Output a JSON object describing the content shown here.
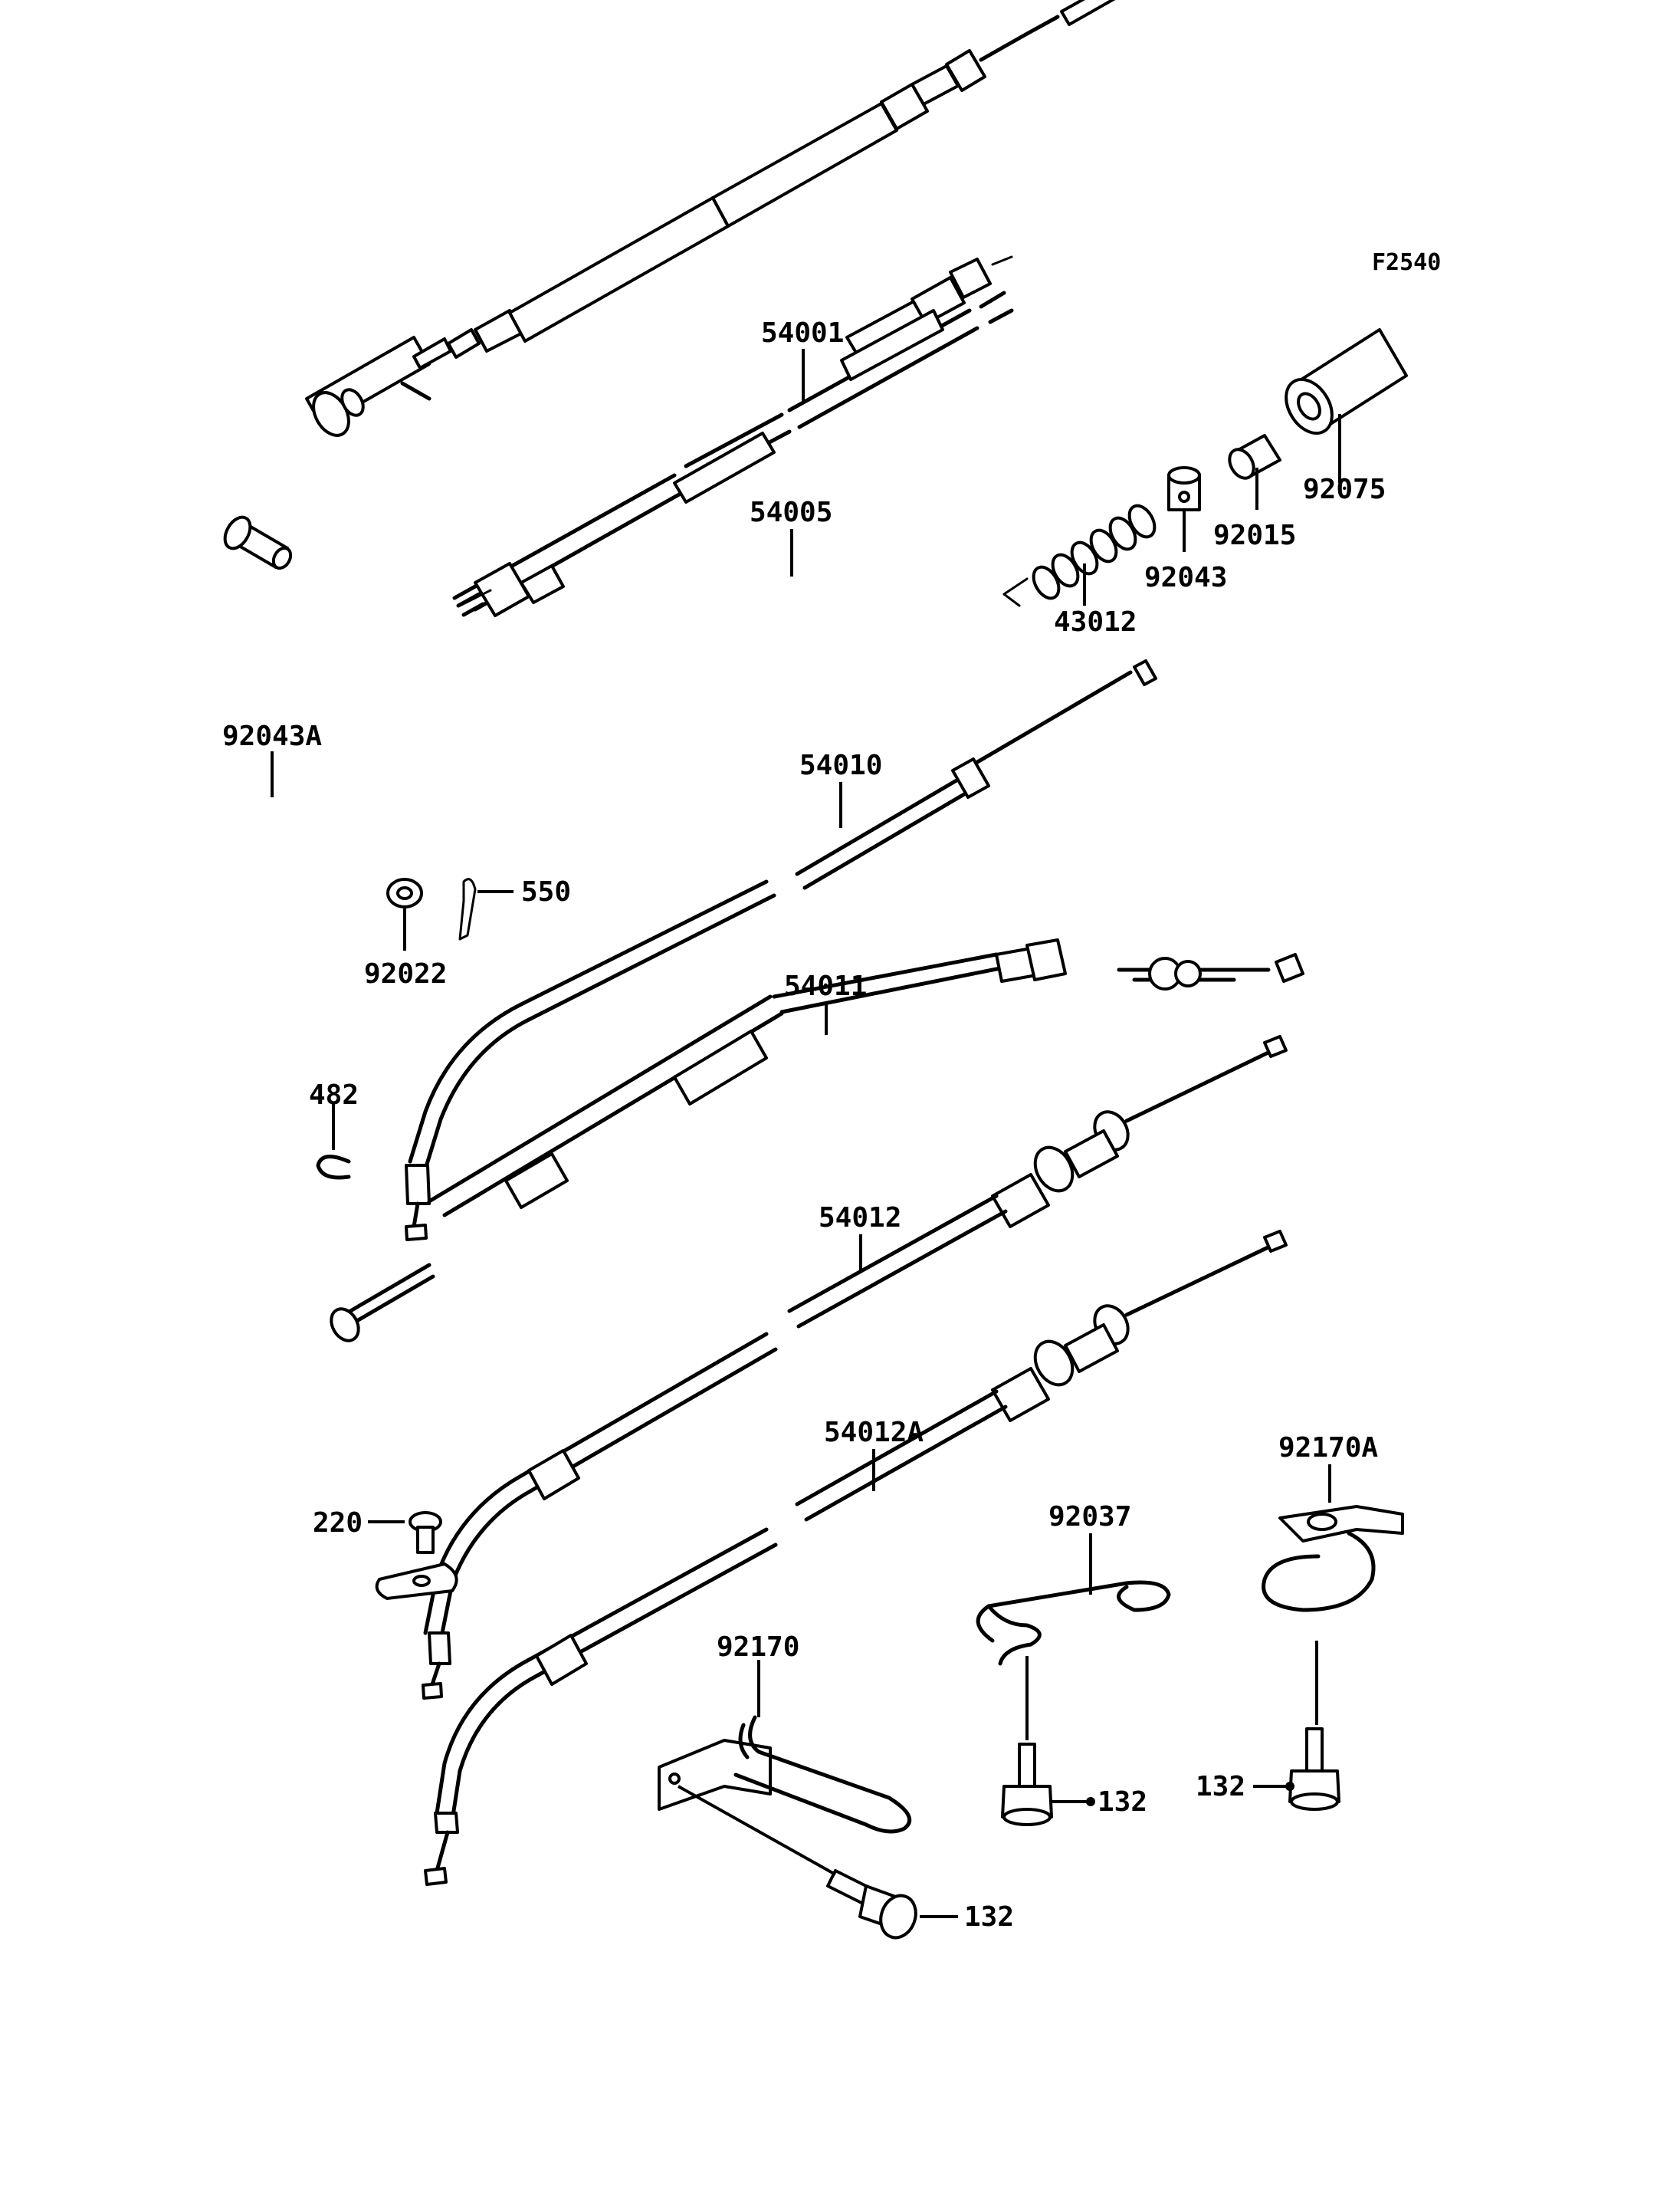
{
  "figure_code": "F2540",
  "parts": [
    {
      "id": "54001",
      "label": "54001"
    },
    {
      "id": "54005",
      "label": "54005"
    },
    {
      "id": "92075",
      "label": "92075"
    },
    {
      "id": "92015",
      "label": "92015"
    },
    {
      "id": "92043",
      "label": "92043"
    },
    {
      "id": "43012",
      "label": "43012"
    },
    {
      "id": "92043A",
      "label": "92043A"
    },
    {
      "id": "54010",
      "label": "54010"
    },
    {
      "id": "550",
      "label": "550"
    },
    {
      "id": "92022",
      "label": "92022"
    },
    {
      "id": "54011",
      "label": "54011"
    },
    {
      "id": "482",
      "label": "482"
    },
    {
      "id": "54012",
      "label": "54012"
    },
    {
      "id": "54012A",
      "label": "54012A"
    },
    {
      "id": "92170A",
      "label": "92170A"
    },
    {
      "id": "92037",
      "label": "92037"
    },
    {
      "id": "220",
      "label": "220"
    },
    {
      "id": "92170",
      "label": "92170"
    },
    {
      "id": "132",
      "label": "132"
    }
  ]
}
